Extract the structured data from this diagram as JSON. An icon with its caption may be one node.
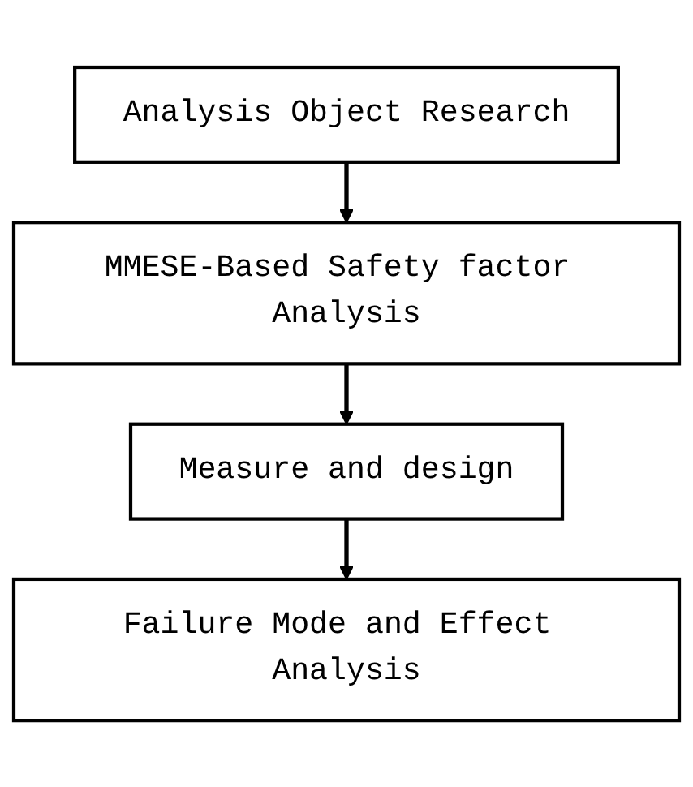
{
  "diagram": {
    "nodes": [
      {
        "text": [
          "Analysis Object Research"
        ]
      },
      {
        "text": [
          "MMESE-Based Safety factor Analysis"
        ]
      },
      {
        "text": [
          "Measure and design"
        ]
      },
      {
        "text": [
          "Failure Mode and Effect Analysis"
        ]
      }
    ],
    "edges": [
      {
        "from": 0,
        "to": 1,
        "arrow": "to"
      },
      {
        "from": 1,
        "to": 2,
        "arrow": "to"
      },
      {
        "from": 2,
        "to": 3,
        "arrow": "to"
      }
    ]
  }
}
